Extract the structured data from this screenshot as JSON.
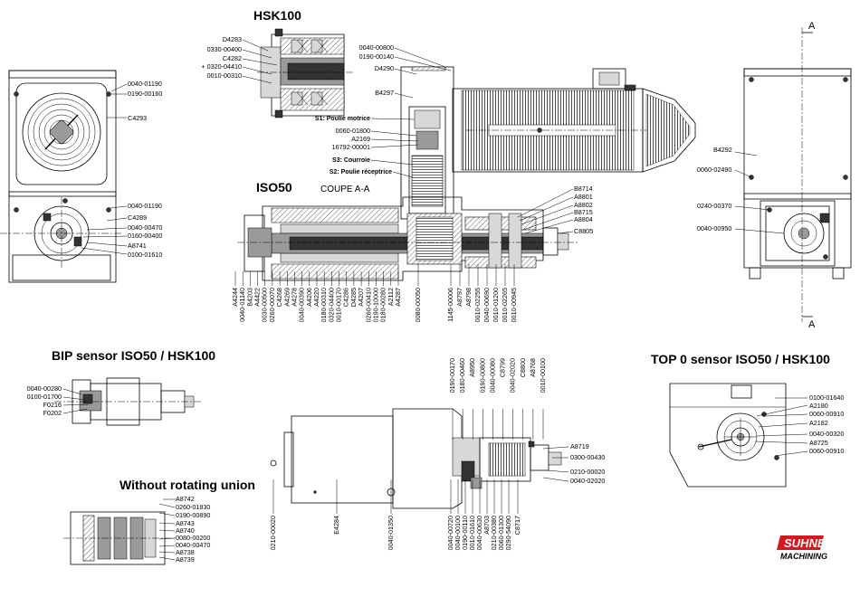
{
  "views": {
    "hsk100_title": "HSK100",
    "iso50_title": "ISO50",
    "coupe": "COUPE A-A",
    "section_marker": "A",
    "bip_title": "BIP sensor ISO50 / HSK100",
    "without_title": "Without rotating union",
    "top0_title": "TOP 0 sensor ISO50 / HSK100"
  },
  "brand": {
    "name": "SUHNER",
    "subtitle": "MACHINING",
    "color": "#d7171f"
  },
  "left_view": {
    "labels_top": [
      "0040-01190",
      "0190-00160",
      "C4293"
    ],
    "labels_bottom": [
      "0040-01190",
      "C4289",
      "0040-00470",
      "0160-00400",
      "A8741",
      "0100-01610"
    ]
  },
  "hsk_labels": [
    "D4283",
    "0330-00400",
    "C4282",
    "+ 0320-04410",
    "0010-00310"
  ],
  "motor_labels": [
    "0040-00800",
    "0190-00140",
    "D4290",
    "B4297"
  ],
  "belt_labels": {
    "s1": "S1: Poulie motrice",
    "parts": [
      "0060-01800",
      "A2169",
      "16792-00001"
    ],
    "s3": "S3: Courroie",
    "s2": "S2: Poulie réceptrice"
  },
  "right_labels": [
    "B8714",
    "A8801",
    "A8802",
    "B8715",
    "A8804",
    "C8805"
  ],
  "bottom_vertical_labels": [
    "A4244",
    "0040-01140",
    "B4203",
    "A4422",
    "0030-00500",
    "0260-00070",
    "C4268",
    "A4269",
    "A4278",
    "0040-00390",
    "A4206",
    "A4220",
    "0180-00310",
    "0320-04400",
    "0010-00170",
    "C4286",
    "D4285",
    "A4207",
    "0260-00410",
    "0190-10000",
    "0180-00280",
    "A2112",
    "A4287",
    "0080-00050",
    "1145-00006",
    "A8797",
    "A8798",
    "0010-02255",
    "0040-00690",
    "0010-01200",
    "0010-02265",
    "0010-00945"
  ],
  "far_right": {
    "labels": [
      "B4292",
      "0060-02490",
      "0240-00370",
      "0040-00950"
    ]
  },
  "bip_labels": [
    "0040-00280",
    "0100-01700",
    "F0216",
    "F0202"
  ],
  "without_labels": [
    "A8742",
    "0260-01830",
    "0190-00890",
    "A8743",
    "A8740",
    "0080-00200",
    "0040-00470",
    "A8738",
    "A8739"
  ],
  "center_top_vertical": [
    "0190-00170",
    "0180-00460",
    "A8950",
    "0190-00800",
    "0040-00080",
    "C8799",
    "0040-02020",
    "C8800",
    "A8768",
    "0010-00100"
  ],
  "center_right_labels": [
    "A8719",
    "0300-00430",
    "0210-00020",
    "0040-02020"
  ],
  "center_bottom_vertical": [
    "0210-00020",
    "E4284",
    "0040-01350",
    "0040-00720",
    "0040-00100",
    "0190-00110",
    "0010-01610",
    "0040-00630",
    "A8703",
    "0210-00380",
    "0060-01300",
    "0290-54090",
    "C8717"
  ],
  "top0_labels": [
    "0100-01640",
    "A2180",
    "0060-00910",
    "A2182",
    "0040-00320",
    "A8725",
    "0060-00910"
  ]
}
